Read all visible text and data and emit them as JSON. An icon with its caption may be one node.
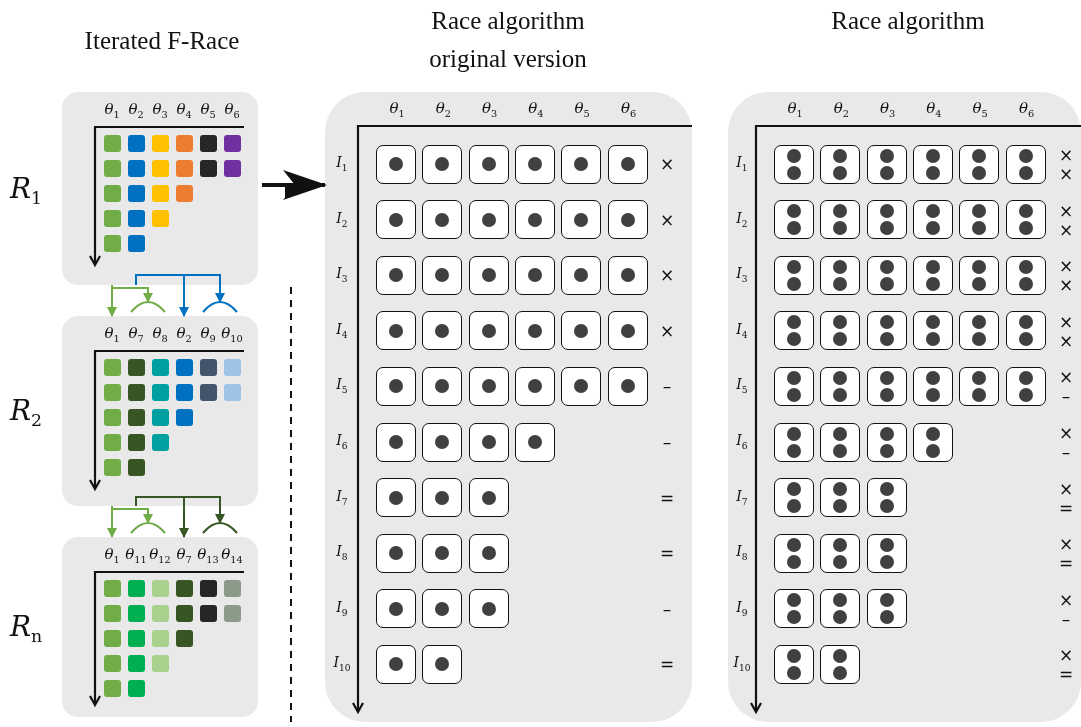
{
  "diagram": {
    "nodes": [
      {
        "text": [
          "θ$_{1}$",
          "θ$_{2}$",
          "θ$_{3}$",
          "θ$_{4}$",
          "θ$_{5}$",
          "θ$_{6}$"
        ],
        "beside": [
          "R$_{1}$"
        ]
      },
      {
        "text": [
          "θ$_{1}$",
          "θ$_{7}$",
          "θ$_{8}$",
          "θ$_{2}$",
          "θ$_{9}$",
          "θ$_{10}$"
        ],
        "beside": [
          "R$_{2}$"
        ]
      },
      {
        "text": [
          "θ$_{1}$",
          "θ$_{11}$",
          "θ$_{12}$",
          "θ$_{7}$",
          "θ$_{13}$",
          "θ$_{14}$"
        ],
        "beside": [
          "R$_{n}$"
        ]
      },
      {
        "text": [
          "θ$_{1}$",
          "θ$_{2}$",
          "θ$_{3}$",
          "θ$_{4}$",
          "θ$_{5}$",
          "θ$_{6}$",
          "I$_{1}$",
          "×",
          "I$_{2}$",
          "×",
          "I$_{3}$",
          "×",
          "I$_{4}$",
          "×",
          "I$_{5}$",
          "–",
          "I$_{6}$",
          "–",
          "I$_{7}$",
          "=",
          "I$_{8}$",
          "=",
          "I$_{9}$",
          "–",
          "I$_{10}$",
          "="
        ]
      },
      {
        "text": [
          "θ$_{1}$",
          "θ$_{2}$",
          "θ$_{3}$",
          "θ$_{4}$",
          "θ$_{5}$",
          "θ$_{6}$",
          "I$_{1}$",
          "×",
          "×",
          "I$_{2}$",
          "×",
          "×",
          "I$_{3}$",
          "×",
          "×",
          "I$_{4}$",
          "×",
          "×",
          "I$_{5}$",
          "×",
          "–",
          "I$_{6}$",
          "×",
          "–",
          "I$_{7}$",
          "×",
          "=",
          "I$_{8}$",
          "×",
          "=",
          "I$_{9}$",
          "×",
          "–",
          "I$_{10}$",
          "×",
          "="
        ]
      }
    ],
    "edges": [
      {
        "from": 0,
        "to": 3,
        "arrow": "to",
        "style": "thick",
        "color": "#111111"
      },
      {
        "from": 0,
        "to": 1,
        "arrow": "to",
        "color": "#70ad47"
      },
      {
        "from": 0,
        "to": 1,
        "arrow": "to",
        "color": "#70ad47"
      },
      {
        "from": 0,
        "to": 1,
        "arrow": "to",
        "color": "#0070c0"
      },
      {
        "from": 0,
        "to": 1,
        "arrow": "to",
        "color": "#0070c0"
      },
      {
        "from": 1,
        "to": 2,
        "arrow": "to",
        "color": "#70ad47"
      },
      {
        "from": 1,
        "to": 2,
        "arrow": "to",
        "color": "#70ad47"
      },
      {
        "from": 1,
        "to": 2,
        "arrow": "to",
        "color": "#375623"
      },
      {
        "from": 1,
        "to": 2,
        "arrow": "to",
        "color": "#375623"
      }
    ],
    "labels": [
      "Iterated F-Race",
      "Race algorithm original version",
      "Race algorithm"
    ]
  }
}
